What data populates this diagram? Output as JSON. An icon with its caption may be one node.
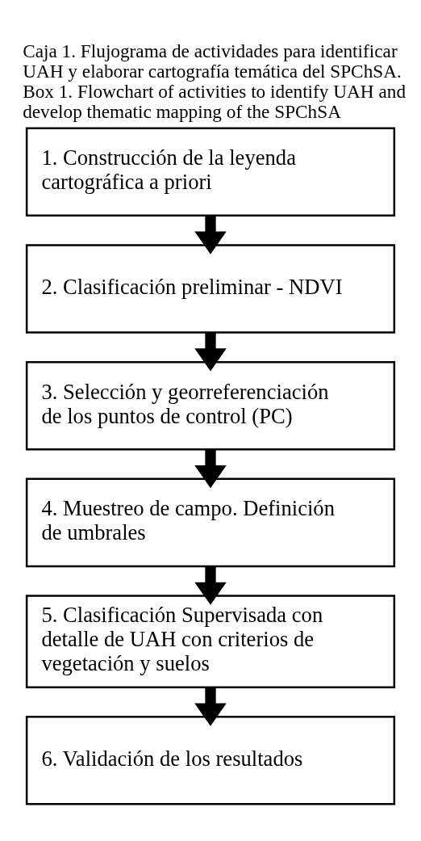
{
  "diagram": {
    "title": "Caja 1. Flujograma de actividades para identificar UAH y elaborar cartografía temática del SPChSA.",
    "caption": "Box 1. Flowchart of activities to identify UAH and develop thematic mapping of the SPChSA",
    "nodes": [
      {
        "text": [
          "1. Construcción de la leyenda cartográfica a priori"
        ]
      },
      {
        "text": [
          "2. Clasificación preliminar - NDVI"
        ]
      },
      {
        "text": [
          "3. Selección y georreferenciación de los puntos de control (PC)"
        ]
      },
      {
        "text": [
          "4. Muestreo de campo. Definición de umbrales"
        ]
      },
      {
        "text": [
          "5. Clasificación Supervisada con detalle de UAH con criterios de vegetación y suelos"
        ]
      },
      {
        "text": [
          "6. Validación de los resultados"
        ]
      }
    ],
    "edges": [
      {
        "from": 0,
        "to": 1,
        "arrow": "to"
      },
      {
        "from": 1,
        "to": 2,
        "arrow": "to"
      },
      {
        "from": 2,
        "to": 3,
        "arrow": "to"
      },
      {
        "from": 3,
        "to": 4,
        "arrow": "to"
      },
      {
        "from": 4,
        "to": 5,
        "arrow": "to"
      }
    ]
  }
}
